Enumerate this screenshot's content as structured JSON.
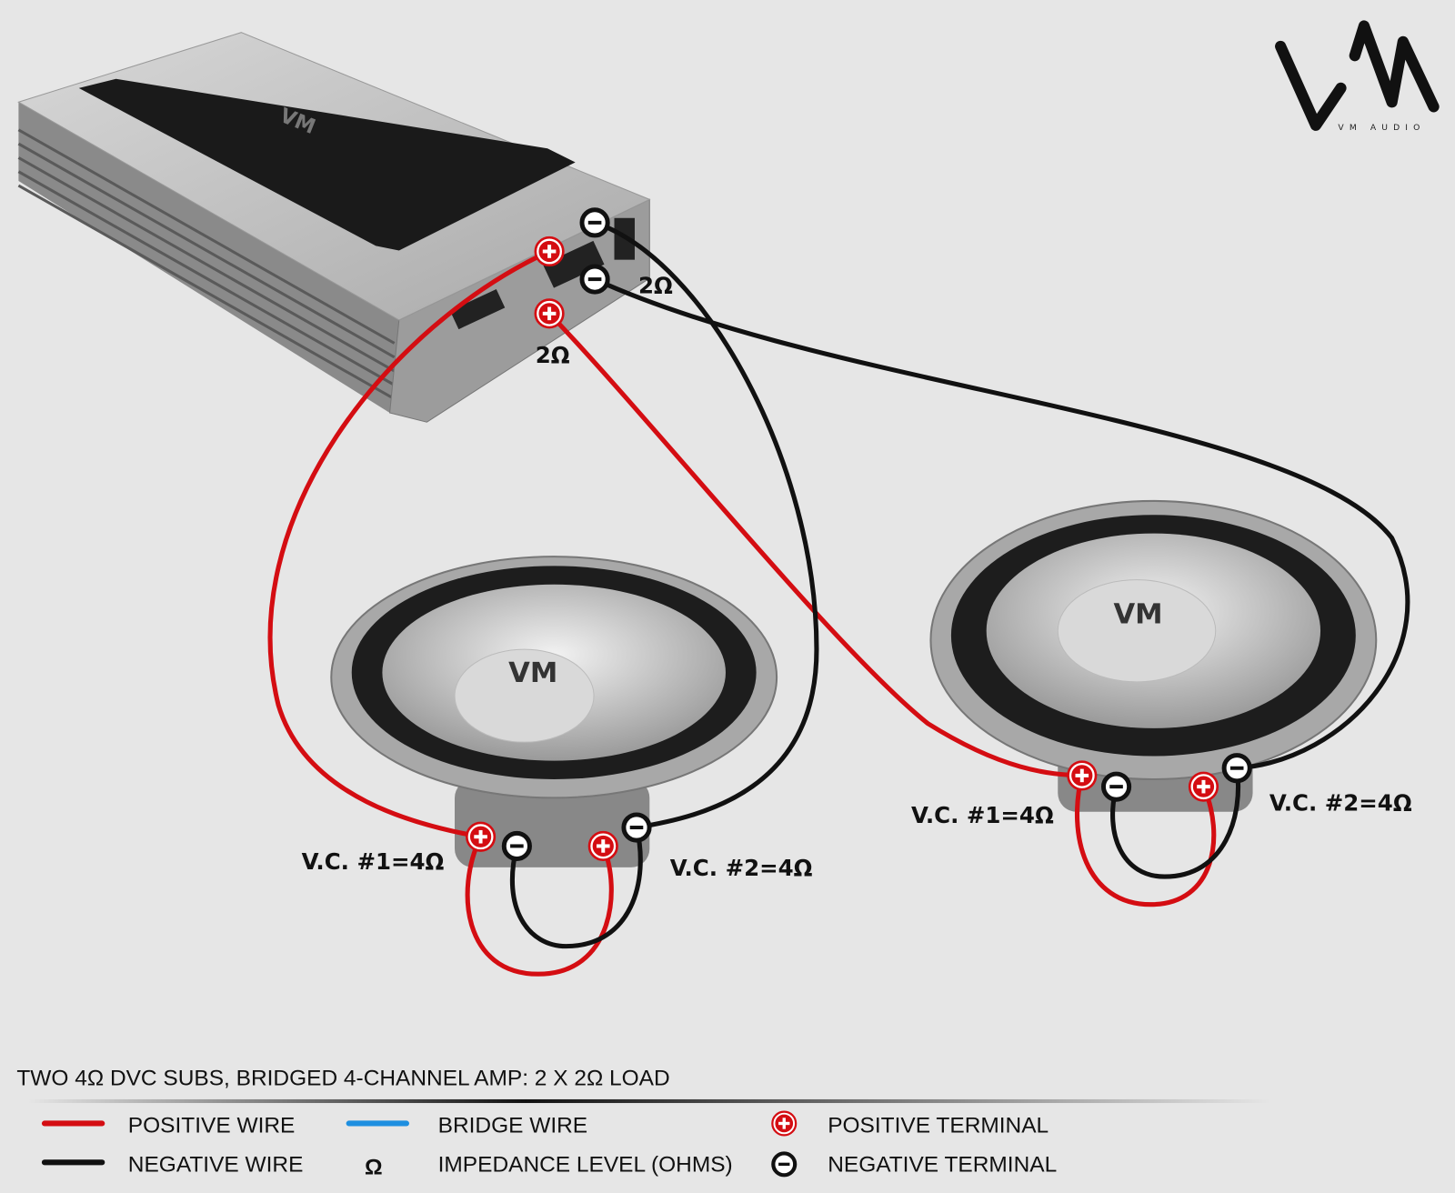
{
  "logo": {
    "brand": "VM AUDIO"
  },
  "amplifier": {
    "brand_mark": "VM",
    "impedance_labels": [
      "2Ω",
      "2Ω"
    ]
  },
  "subwoofers": [
    {
      "brand_mark": "VM",
      "vc1_label": "V.C. #1=4Ω",
      "vc2_label": "V.C. #2=4Ω"
    },
    {
      "brand_mark": "VM",
      "vc1_label": "V.C. #1=4Ω",
      "vc2_label": "V.C. #2=4Ω"
    }
  ],
  "footer": {
    "title": "TWO 4Ω DVC SUBS, BRIDGED 4-CHANNEL AMP: 2 X 2Ω LOAD",
    "legend": {
      "positive_wire": "POSITIVE WIRE",
      "negative_wire": "NEGATIVE WIRE",
      "bridge_wire": "BRIDGE WIRE",
      "impedance_symbol": "Ω",
      "impedance": "IMPEDANCE LEVEL (OHMS)",
      "positive_terminal": "POSITIVE TERMINAL",
      "negative_terminal": "NEGATIVE TERMINAL"
    }
  },
  "colors": {
    "positive": "#d40d12",
    "negative": "#111111",
    "bridge": "#1e8fe0",
    "background": "#e6e6e6"
  }
}
